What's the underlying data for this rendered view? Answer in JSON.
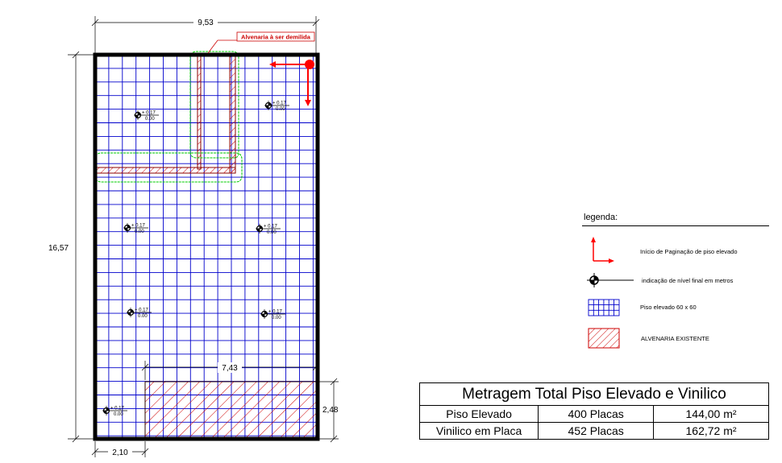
{
  "plan": {
    "dim_top": "9,53",
    "dim_left": "16,57",
    "dim_inner": "7,43",
    "dim_right": "2,48",
    "dim_bottom": "2,10",
    "demolish_label": "Alvenaria à ser demilida",
    "level_top": "+ 0.17",
    "level_bottom": "0.00",
    "colors": {
      "grid": "#0000cc",
      "hatch": "#cc0000",
      "revision_cloud": "#00cc00",
      "start_marker": "#ff0000",
      "walls": "#000000"
    }
  },
  "legend": {
    "title": "legenda:",
    "items": [
      {
        "icon": "paging-start-arrow-icon",
        "label": "Início de Paginação de piso elevado"
      },
      {
        "icon": "level-marker-icon",
        "label": "indicação de nível final em metros"
      },
      {
        "icon": "raised-floor-grid-icon",
        "label": "Piso elevado 60 x 60"
      },
      {
        "icon": "masonry-hatch-icon",
        "label": "ALVENARIA EXISTENTE"
      }
    ]
  },
  "totals": {
    "title": "Metragem Total Piso Elevado e Vinilico",
    "rows": [
      {
        "name": "Piso Elevado",
        "qty": "400 Placas",
        "area": "144,00 m²"
      },
      {
        "name": "Vinilico em Placa",
        "qty": "452 Placas",
        "area": "162,72 m²"
      }
    ]
  }
}
